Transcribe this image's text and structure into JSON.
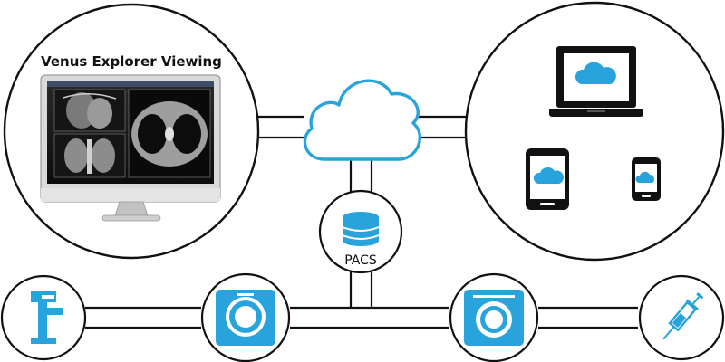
{
  "diagram": {
    "monitor_title": "Venus Explorer Viewing",
    "pacs_label": "PACS",
    "colors": {
      "accent": "#29a3dc",
      "line": "#111111",
      "background": "#ffffff"
    },
    "nodes": [
      {
        "id": "viewer-station",
        "icon": "monitor-icon"
      },
      {
        "id": "cloud",
        "icon": "cloud-icon"
      },
      {
        "id": "devices",
        "icons": [
          "laptop-icon",
          "tablet-icon",
          "phone-icon"
        ]
      },
      {
        "id": "pacs",
        "icon": "database-icon"
      },
      {
        "id": "modality-1",
        "icon": "xray-machine-icon"
      },
      {
        "id": "modality-2",
        "icon": "ct-scanner-icon"
      },
      {
        "id": "modality-3",
        "icon": "mri-scanner-icon"
      },
      {
        "id": "modality-4",
        "icon": "syringe-icon"
      }
    ]
  }
}
